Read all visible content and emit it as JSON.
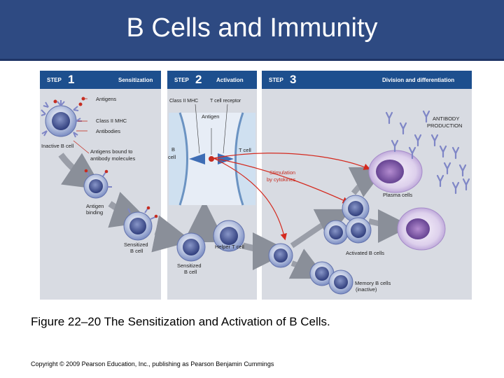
{
  "slide": {
    "title": "B Cells and Immunity",
    "caption": "Figure 22–20 The Sensitization and Activation of B Cells.",
    "copyright": "Copyright © 2009 Pearson Education, Inc., publishing as Pearson Benjamin Cummings"
  },
  "figure": {
    "step1": {
      "word": "STEP",
      "number": "1",
      "title": "Sensitization"
    },
    "step2": {
      "word": "STEP",
      "number": "2",
      "title": "Activation"
    },
    "step3": {
      "word": "STEP",
      "number": "3",
      "title": "Division and differentiation"
    },
    "labels": {
      "antigens": "Antigens",
      "class_ii_mhc": "Class II MHC",
      "antibodies": "Antibodies",
      "inactive_b_cell": "Inactive B cell",
      "antigens_bound_1": "Antigens bound to",
      "antigens_bound_2": "antibody molecules",
      "antigen_binding_1": "Antigen",
      "antigen_binding_2": "binding",
      "sensitized_1a": "Sensitized",
      "sensitized_1b": "B cell",
      "class_ii_mhc_2": "Class II MHC",
      "t_cell_receptor": "T cell receptor",
      "antigen": "Antigen",
      "b_cell_1": "B",
      "b_cell_2": "cell",
      "t_cell": "T cell",
      "sensitized_2a": "Sensitized",
      "sensitized_2b": "B cell",
      "helper_t_cell": "Helper T cell",
      "stimulation_1": "Stimulation",
      "stimulation_2": "by cytokines",
      "antibody_production_1": "ANTIBODY",
      "antibody_production_2": "PRODUCTION",
      "plasma_cells": "Plasma cells",
      "activated_b_cells": "Activated B cells",
      "memory_b_cells_1": "Memory B cells",
      "memory_b_cells_2": "(inactive)"
    }
  },
  "colors": {
    "title_bar": "#2e4a82",
    "step_header": "#1d4f8e",
    "panel_bg": "#d8dbe2",
    "cytokine_arrow": "#d42a1f",
    "antibody": "#7f86c6"
  }
}
